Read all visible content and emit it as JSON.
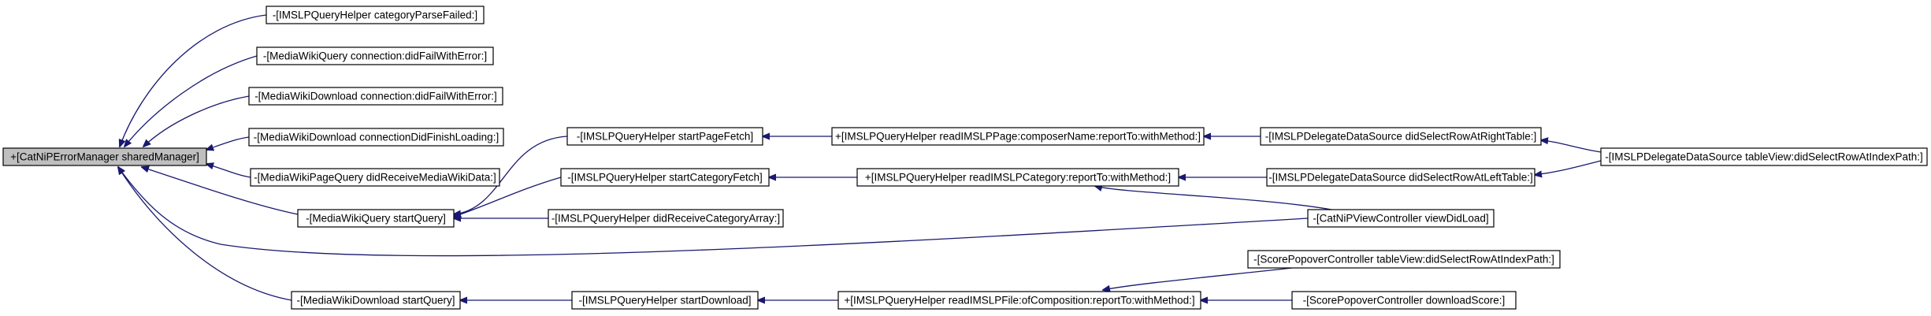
{
  "diagram": {
    "type": "call-graph",
    "edge_color": "#191970",
    "root_fill": "#bfbfbf",
    "nodes": [
      {
        "id": "n0",
        "label": "+[CatNiPErrorManager sharedManager]",
        "root": true
      },
      {
        "id": "n1",
        "label": "-[IMSLPQueryHelper categoryParseFailed:]"
      },
      {
        "id": "n2",
        "label": "-[MediaWikiQuery connection:didFailWithError:]"
      },
      {
        "id": "n3",
        "label": "-[MediaWikiDownload connection:didFailWithError:]"
      },
      {
        "id": "n4",
        "label": "-[MediaWikiDownload connectionDidFinishLoading:]"
      },
      {
        "id": "n5",
        "label": "-[MediaWikiPageQuery didReceiveMediaWikiData:]"
      },
      {
        "id": "n6",
        "label": "-[MediaWikiQuery startQuery]"
      },
      {
        "id": "n7",
        "label": "-[MediaWikiDownload startQuery]"
      },
      {
        "id": "n8",
        "label": "-[IMSLPQueryHelper startPageFetch]"
      },
      {
        "id": "n9",
        "label": "-[IMSLPQueryHelper startCategoryFetch]"
      },
      {
        "id": "n10",
        "label": "-[IMSLPQueryHelper didReceiveCategoryArray:]"
      },
      {
        "id": "n11",
        "label": "-[IMSLPQueryHelper startDownload]"
      },
      {
        "id": "n12",
        "label": "+[IMSLPQueryHelper readIMSLPPage:composerName:reportTo:withMethod:]"
      },
      {
        "id": "n13",
        "label": "+[IMSLPQueryHelper readIMSLPCategory:reportTo:withMethod:]"
      },
      {
        "id": "n14",
        "label": "+[IMSLPQueryHelper readIMSLPFile:ofComposition:reportTo:withMethod:]"
      },
      {
        "id": "n15",
        "label": "-[IMSLPDelegateDataSource didSelectRowAtRightTable:]"
      },
      {
        "id": "n16",
        "label": "-[IMSLPDelegateDataSource didSelectRowAtLeftTable:]"
      },
      {
        "id": "n17",
        "label": "-[CatNiPViewController viewDidLoad]"
      },
      {
        "id": "n18",
        "label": "-[ScorePopoverController tableView:didSelectRowAtIndexPath:]"
      },
      {
        "id": "n19",
        "label": "-[ScorePopoverController downloadScore:]"
      },
      {
        "id": "n20",
        "label": "-[IMSLPDelegateDataSource tableView:didSelectRowAtIndexPath:]"
      }
    ],
    "edges": [
      {
        "from": "n1",
        "to": "n0"
      },
      {
        "from": "n2",
        "to": "n0"
      },
      {
        "from": "n3",
        "to": "n0"
      },
      {
        "from": "n4",
        "to": "n0"
      },
      {
        "from": "n5",
        "to": "n0"
      },
      {
        "from": "n6",
        "to": "n0"
      },
      {
        "from": "n17",
        "to": "n0"
      },
      {
        "from": "n7",
        "to": "n0"
      },
      {
        "from": "n8",
        "to": "n6"
      },
      {
        "from": "n9",
        "to": "n6"
      },
      {
        "from": "n10",
        "to": "n6"
      },
      {
        "from": "n11",
        "to": "n7"
      },
      {
        "from": "n12",
        "to": "n8"
      },
      {
        "from": "n13",
        "to": "n9"
      },
      {
        "from": "n14",
        "to": "n11"
      },
      {
        "from": "n15",
        "to": "n12"
      },
      {
        "from": "n16",
        "to": "n13"
      },
      {
        "from": "n17",
        "to": "n13"
      },
      {
        "from": "n18",
        "to": "n14"
      },
      {
        "from": "n19",
        "to": "n14"
      },
      {
        "from": "n20",
        "to": "n15"
      },
      {
        "from": "n20",
        "to": "n16"
      }
    ]
  }
}
